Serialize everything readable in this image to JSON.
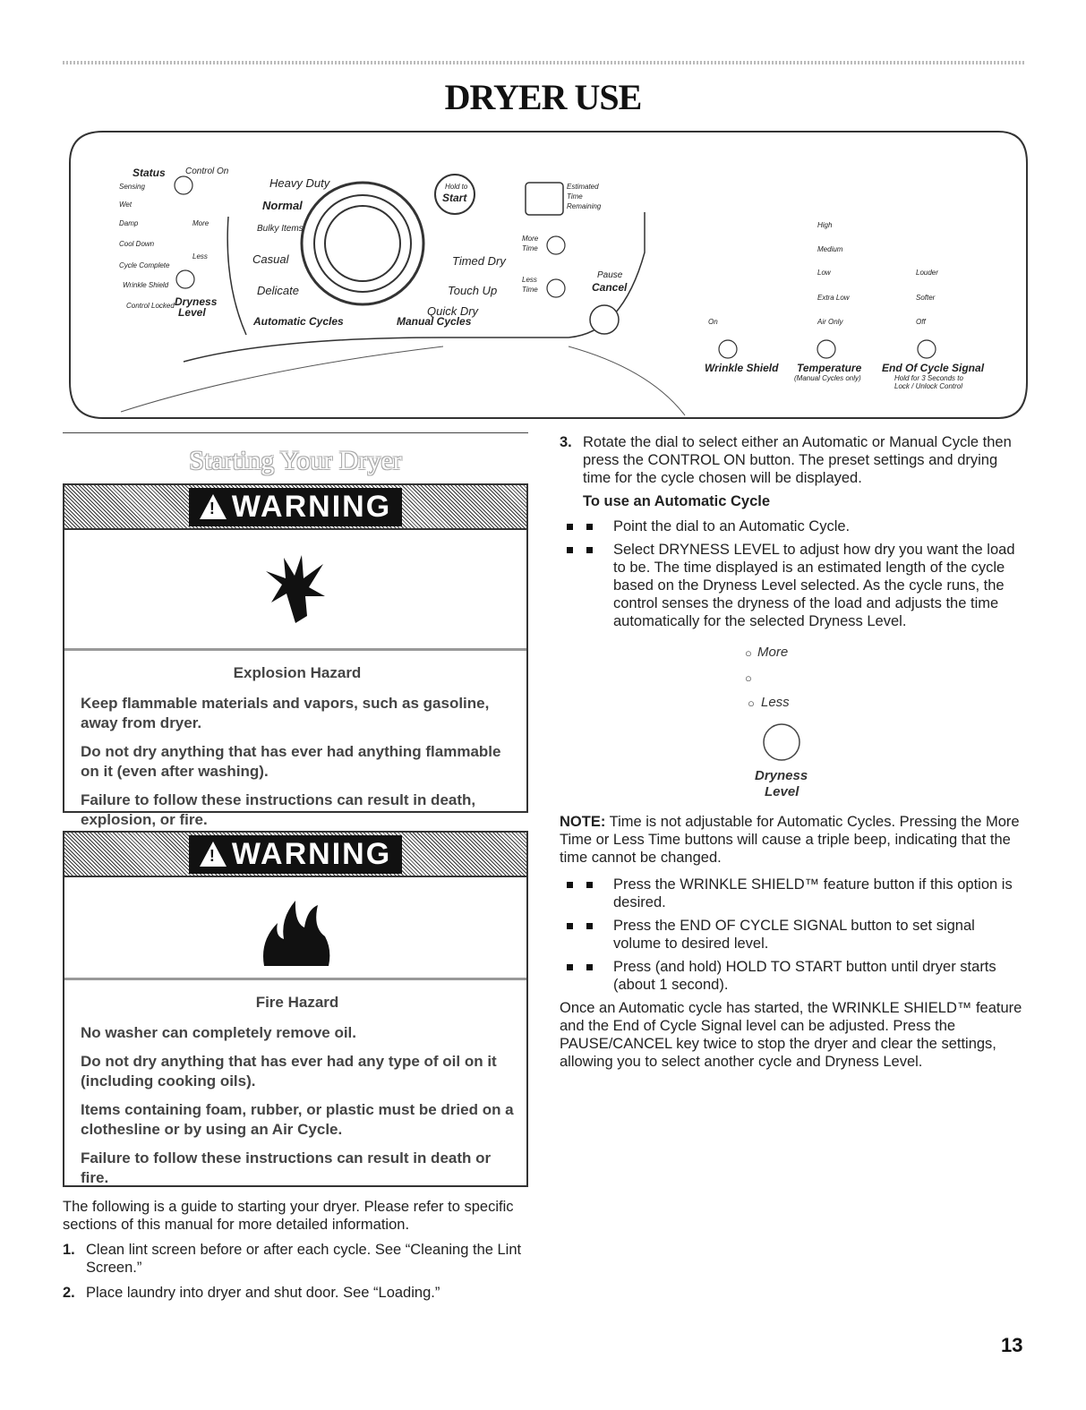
{
  "page_title": "DRYER USE",
  "panel": {
    "status_title": "Status",
    "status_items": [
      "Sensing",
      "Wet",
      "Damp",
      "Cool Down",
      "Cycle Complete",
      "Wrinkle Shield",
      "Control Locked"
    ],
    "control_on": "Control On",
    "dryness_more": "More",
    "dryness_less": "Less",
    "dryness_label_1": "Dryness",
    "dryness_label_2": "Level",
    "auto_cycles": [
      "Heavy Duty",
      "Normal",
      "Bulky Items",
      "Casual",
      "Delicate"
    ],
    "auto_cycles_label": "Automatic Cycles",
    "manual_cycles": [
      "Timed Dry",
      "Touch Up",
      "Quick Dry"
    ],
    "manual_cycles_label": "Manual Cycles",
    "hold_to": "Hold to",
    "start": "Start",
    "estimated_1": "Estimated",
    "estimated_2": "Time",
    "estimated_3": "Remaining",
    "more_time_1": "More",
    "more_time_2": "Time",
    "less_time_1": "Less",
    "less_time_2": "Time",
    "pause": "Pause",
    "cancel": "Cancel",
    "wrinkle_on": "On",
    "wrinkle_shield": "Wrinkle Shield",
    "temps": [
      "High",
      "Medium",
      "Low",
      "Extra Low",
      "Air Only"
    ],
    "temperature": "Temperature",
    "temperature_note": "(Manual Cycles only)",
    "signal_levels": [
      "Louder",
      "Softer",
      "Off"
    ],
    "end_signal": "End Of Cycle Signal",
    "end_signal_note_1": "Hold for 3 Seconds to",
    "end_signal_note_2": "Lock / Unlock Control"
  },
  "section_heading": "Starting Your Dryer",
  "warning1": {
    "title": "WARNING",
    "hazard": "Explosion Hazard",
    "p1": "Keep flammable materials and vapors, such as gasoline, away from dryer.",
    "p2": "Do not dry anything that has ever had anything flammable on it (even after washing).",
    "p3": "Failure to follow these instructions can result in death, explosion, or fire."
  },
  "warning2": {
    "title": "WARNING",
    "hazard": "Fire Hazard",
    "p1": "No washer can completely remove oil.",
    "p2": "Do not dry anything that has ever had any type of oil on it (including cooking oils).",
    "p3": "Items containing foam, rubber, or plastic must be dried on a clothesline or by using an Air Cycle.",
    "p4": "Failure to follow these instructions can result in death or fire."
  },
  "intro": "The following is a guide to starting your dryer. Please refer to specific sections of this manual for more detailed information.",
  "step1_num": "1.",
  "step1": "Clean lint screen before or after each cycle. See “Cleaning the Lint Screen.”",
  "step2_num": "2.",
  "step2": "Place laundry into dryer and shut door. See “Loading.”",
  "step3_num": "3.",
  "step3": "Rotate the dial to select either an Automatic or Manual Cycle then press the CONTROL ON button. The preset settings and drying time for the cycle chosen will be displayed.",
  "auto_heading": "To use an Automatic Cycle",
  "bullet1": "Point the dial to an Automatic Cycle.",
  "bullet2": "Select DRYNESS LEVEL to adjust how dry you want the load to be. The time displayed is an estimated length of the cycle based on the Dryness Level selected. As the cycle runs, the control senses the dryness of the load and adjusts the time automatically for the selected Dryness Level.",
  "fig_more": "More",
  "fig_less": "Less",
  "fig_label_1": "Dryness",
  "fig_label_2": "Level",
  "note_label": "NOTE:",
  "note": " Time is not adjustable for Automatic Cycles. Pressing the More Time or Less Time buttons will cause a triple beep, indicating that the time cannot be changed.",
  "bullet3": "Press the WRINKLE SHIELD™ feature button if this option is desired.",
  "bullet4": "Press the END OF CYCLE SIGNAL button to set signal volume to desired level.",
  "bullet5": "Press (and hold) HOLD TO START button until dryer starts (about 1 second).",
  "closing": "Once an Automatic cycle has started, the WRINKLE SHIELD™ feature and the End of Cycle Signal level can be adjusted. Press the PAUSE/CANCEL key twice to stop the dryer and clear the settings, allowing you to select another cycle and Dryness Level.",
  "page_number": "13"
}
